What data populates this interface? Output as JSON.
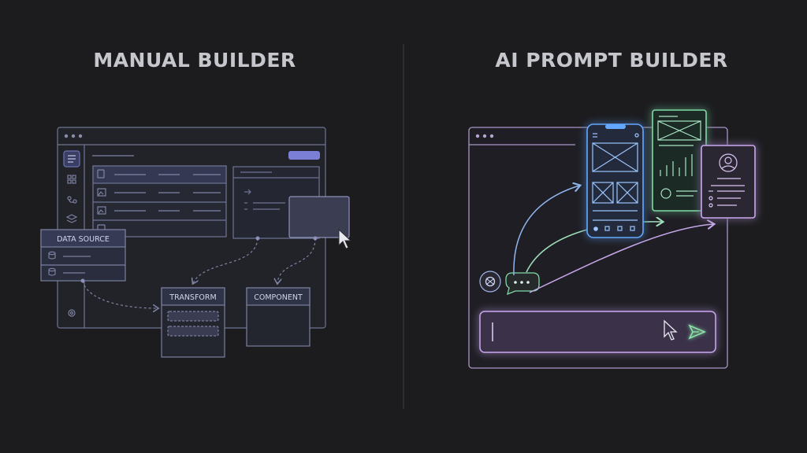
{
  "left_panel": {
    "title": "MANUAL BUILDER",
    "nodes": {
      "data_source": "DATA SOURCE",
      "transform": "TRANSFORM",
      "component": "COMPONENT"
    },
    "icons": [
      "text-doc-icon",
      "grid-apps-icon",
      "flow-icon",
      "layers-icon",
      "settings-icon",
      "image-icon",
      "cursor-icon",
      "database-icon"
    ]
  },
  "right_panel": {
    "title": "AI PROMPT BUILDER",
    "icons": [
      "openai-logo-icon",
      "chat-bubble-icon",
      "send-icon",
      "cursor-icon",
      "user-profile-icon",
      "bar-chart-icon"
    ]
  },
  "colors": {
    "background": "#1c1c1f",
    "left_stroke": "#6e7493",
    "left_accent": "#7b7fd6",
    "glow_blue": "#63a8ff",
    "glow_green": "#7fd9a6",
    "glow_purple": "#c9a6f0"
  }
}
